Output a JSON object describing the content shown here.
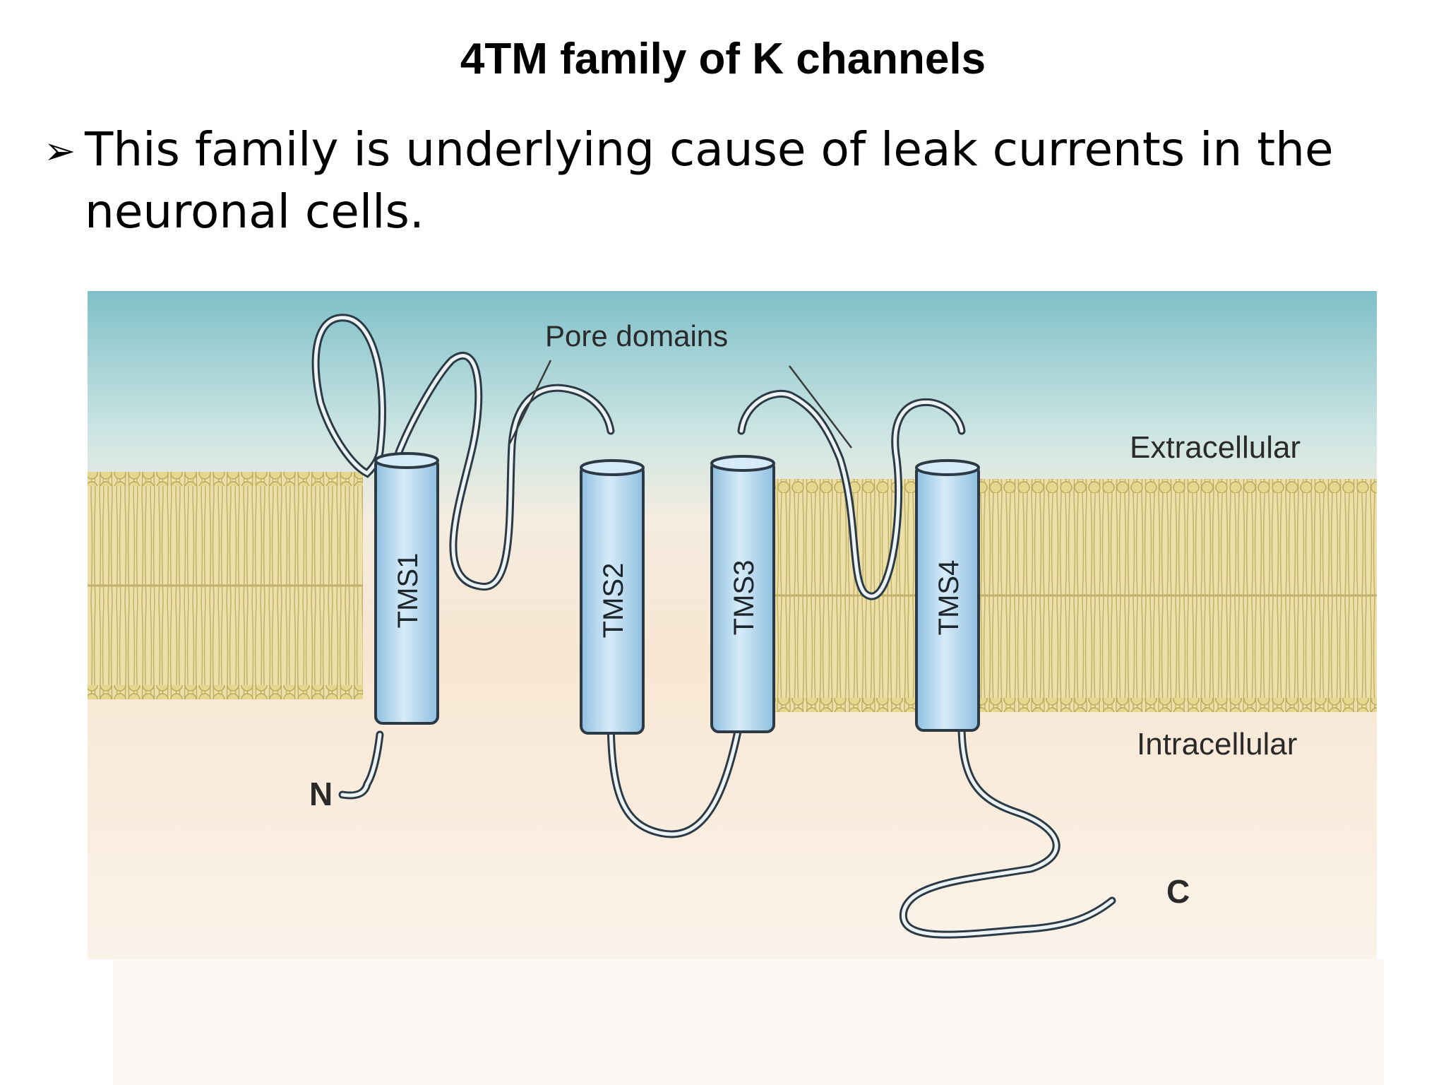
{
  "slide": {
    "title": "4TM family of K channels",
    "bullet_marker": "➢",
    "bullet_text": "This family is underlying cause of leak currents in the neuronal cells."
  },
  "diagram": {
    "labels": {
      "pore_domains": "Pore domains",
      "extracellular": "Extracellular",
      "intracellular": "Intracellular",
      "n_terminus": "N",
      "c_terminus": "C"
    },
    "segments": [
      "TMS1",
      "TMS2",
      "TMS3",
      "TMS4"
    ],
    "colors": {
      "extracellular_top": "#7fc0c9",
      "extracellular_bottom": "#f4ecdf",
      "intracellular": "#f7e2cb",
      "membrane": "#e8dca0",
      "membrane_lines": "#c2b26a",
      "helix_fill": "#b7d8ee",
      "helix_stroke": "#2b3a44"
    }
  }
}
